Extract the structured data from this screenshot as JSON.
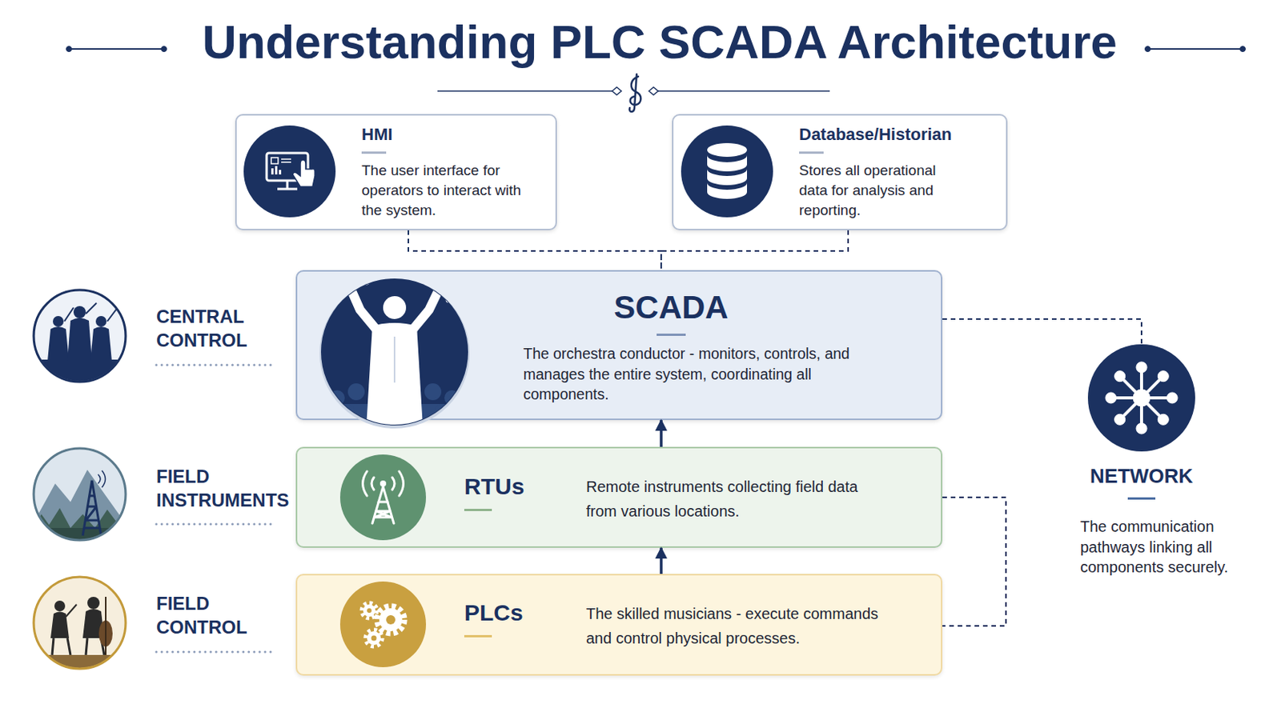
{
  "diagram": {
    "title": "Understanding PLC SCADA Architecture",
    "nodes": [
      {
        "text": [
          "HMI",
          "The user interface for operators to interact with the system."
        ]
      },
      {
        "text": [
          "Database/Historian",
          "Stores all operational data for analysis and reporting."
        ]
      },
      {
        "text": [
          "SCADA",
          "The orchestra conductor - monitors, controls, and manages the entire system, coordinating all components."
        ]
      },
      {
        "text": [
          "RTUs",
          "Remote instruments collecting field data from various locations."
        ]
      },
      {
        "text": [
          "PLCs",
          "The skilled musicians - execute commands and control physical processes."
        ]
      },
      {
        "text": [
          "NETWORK",
          "The communication pathways linking all components securely."
        ]
      }
    ],
    "edges": [
      {
        "from": 0,
        "to": 2,
        "arrow": "none"
      },
      {
        "from": 1,
        "to": 2,
        "arrow": "none"
      },
      {
        "from": 3,
        "to": 2,
        "arrow": "to"
      },
      {
        "from": 4,
        "to": 3,
        "arrow": "to"
      },
      {
        "from": 2,
        "to": 5,
        "arrow": "none"
      },
      {
        "from": 3,
        "to": 4,
        "arrow": "none"
      }
    ],
    "labels": [
      "CENTRAL CONTROL",
      "FIELD INSTRUMENTS",
      "FIELD CONTROL"
    ]
  }
}
